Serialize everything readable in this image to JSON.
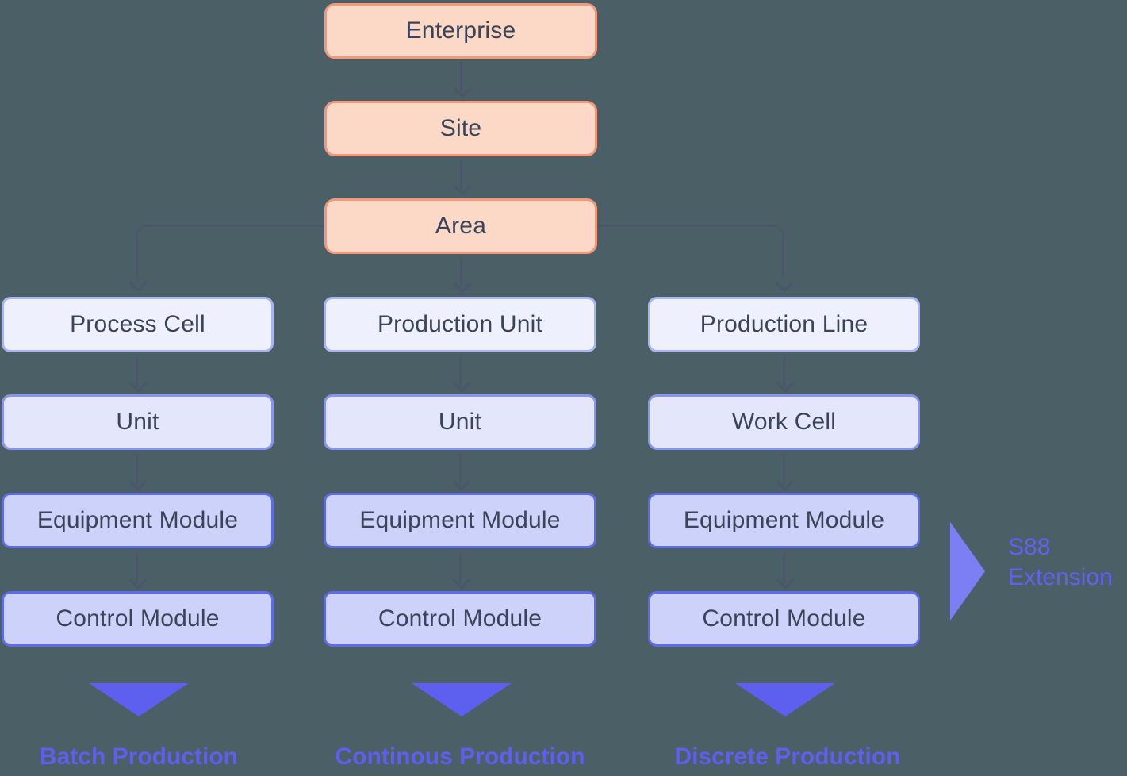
{
  "colors": {
    "background": "#4B5F66",
    "root_fill": "#FCD9C7",
    "root_border": "#F49879",
    "level1_fill": "#EEF1FD",
    "level1_border": "#A9B4F2",
    "level2_fill": "#E4E7FC",
    "level2_border": "#8894EF",
    "level3_fill": "#CCD2F9",
    "level3_border": "#5F6CEA",
    "node_text": "#3A4459",
    "connector": "#4C566A",
    "accent_purple": "#5D5FEF",
    "annotation_triangle": "#7B7FF3",
    "annotation_text": "#5F62EF"
  },
  "root_chain": {
    "enterprise": "Enterprise",
    "site": "Site",
    "area": "Area"
  },
  "columns": [
    {
      "id": "batch",
      "levels": [
        "Process Cell",
        "Unit",
        "Equipment Module",
        "Control Module"
      ],
      "footer_label": "Batch Production"
    },
    {
      "id": "continuous",
      "levels": [
        "Production Unit",
        "Unit",
        "Equipment Module",
        "Control Module"
      ],
      "footer_label": "Continous Production"
    },
    {
      "id": "discrete",
      "levels": [
        "Production Line",
        "Work Cell",
        "Equipment Module",
        "Control Module"
      ],
      "footer_label": "Discrete Production"
    }
  ],
  "annotation": {
    "line1": "S88",
    "line2": "Extension"
  }
}
